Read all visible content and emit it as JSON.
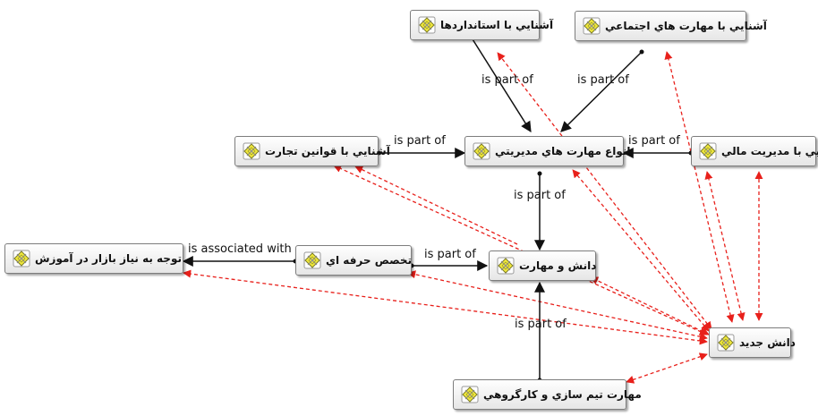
{
  "nodes": {
    "standards": "آشنايي با استانداردها",
    "social_skills": "آشنايي با مهارت هاي اجتماعي",
    "trade_law": "آشنايي با قوانين تجارت",
    "management_skills": "انواع مهارت هاي مديريتي",
    "financial_management": "آشنايي با مديريت مالي",
    "market_needs": "توجه به نياز بازار در آموزش",
    "professional_specialty": "تخصص حرفه اي",
    "knowledge_skill": "دانش و مهارت",
    "new_knowledge": "دانش جديد",
    "teamwork": "مهارت تيم سازي و كارگروهي"
  },
  "edge_labels": {
    "standards_to_management": "is part of",
    "social_to_management": "is part of",
    "trade_law_to_management": "is part of",
    "financial_to_management": "is part of",
    "management_to_knowledge": "is part of",
    "specialty_to_market": "is associated with",
    "specialty_to_knowledge": "is part of",
    "teamwork_to_knowledge": "is part of"
  },
  "icon": "concept-diamond-icon",
  "colors": {
    "relation_line": "#111111",
    "association_line": "#e8201b",
    "icon_fill": "#f2ea3a",
    "node_border": "#7d7d7d"
  }
}
